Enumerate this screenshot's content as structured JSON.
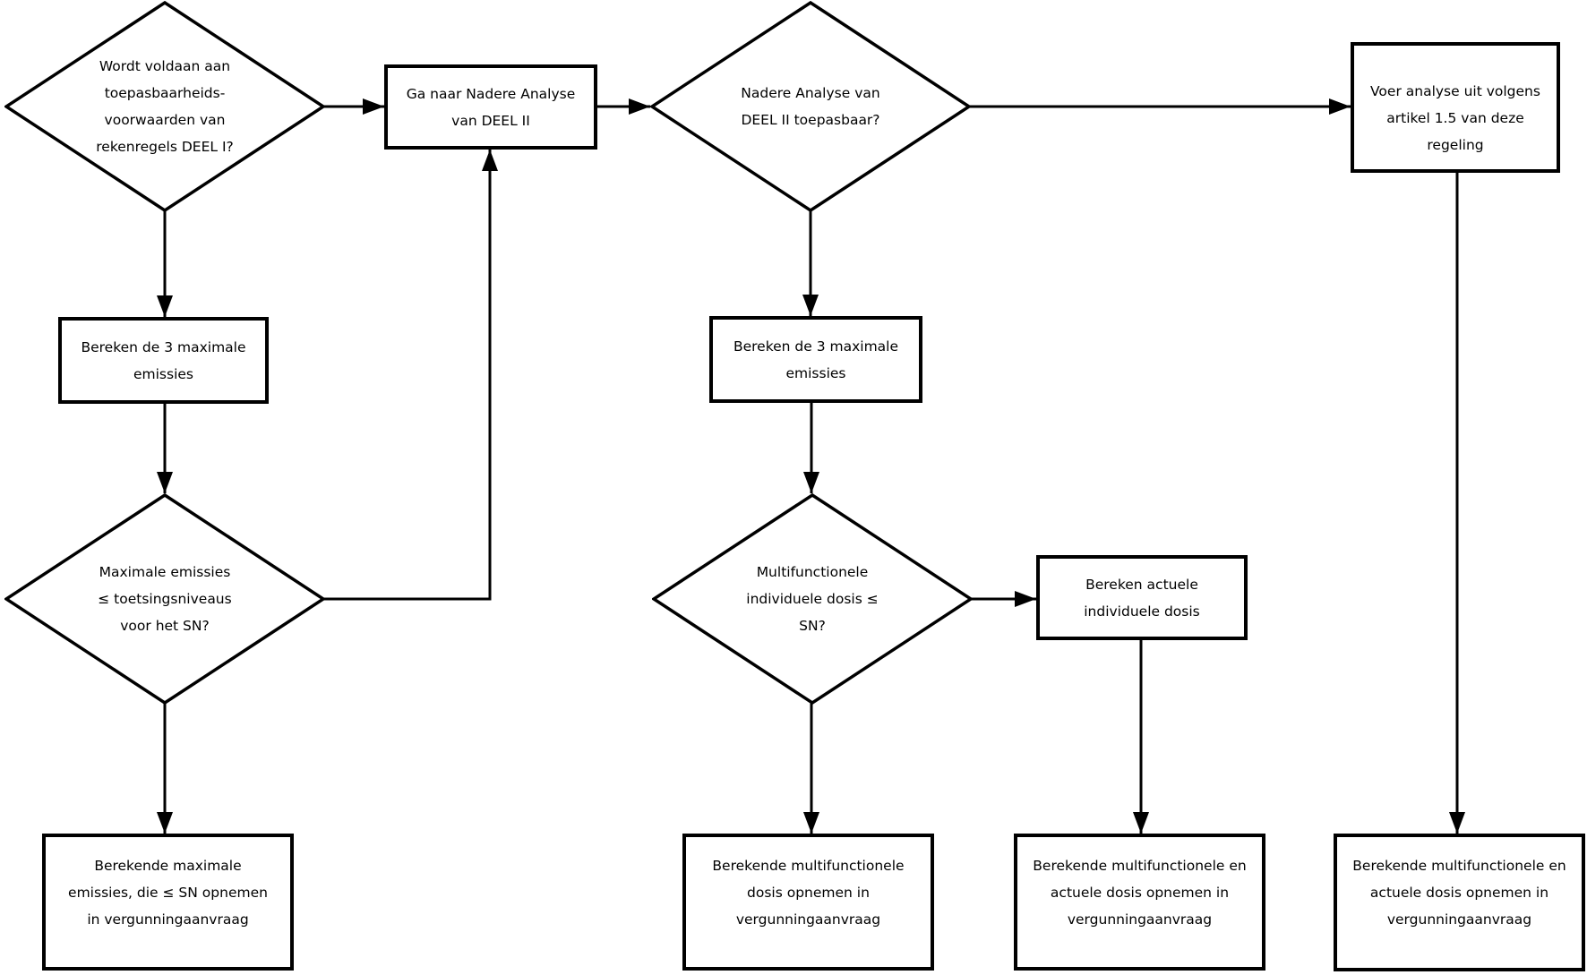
{
  "diagram": {
    "language": "nl",
    "colors": {
      "line": "#000000",
      "shape_fill": "#ffffff",
      "background": "#ffffff",
      "text": "#000000"
    },
    "nodes": [
      {
        "id": "wordt-voldaan-deel1",
        "type": "decision",
        "label": "Wordt voldaan aan\ntoepasbaarheids-\nvoorwaarden van\nrekenregels DEEL I?"
      },
      {
        "id": "ga-naar-nadere-analyse",
        "type": "process",
        "label": "Ga naar Nadere Analyse\nvan DEEL II"
      },
      {
        "id": "nadere-analyse-toepasbaar",
        "type": "decision",
        "label": "Nadere Analyse van\nDEEL II toepasbaar?"
      },
      {
        "id": "voer-analyse-artikel-1-5",
        "type": "process",
        "label": "Voer analyse uit volgens\nartikel 1.5 van deze\nregeling"
      },
      {
        "id": "bereken-3-max-emissies-links",
        "type": "process",
        "label": "Bereken de 3 maximale\nemissies"
      },
      {
        "id": "max-emissies-toetsingsniveaus",
        "type": "decision",
        "label": "Maximale emissies\n≤ toetsingsniveaus\nvoor het SN?"
      },
      {
        "id": "berekende-max-emissies",
        "type": "process",
        "label": "Berekende maximale\nemissies, die ≤ SN opnemen\nin vergunningaanvraag"
      },
      {
        "id": "bereken-3-max-emissies-midden",
        "type": "process",
        "label": "Bereken de 3 maximale\nemissies"
      },
      {
        "id": "multifunctionele-dosis-sn",
        "type": "decision",
        "label": "Multifunctionele\nindividuele dosis ≤\nSN?"
      },
      {
        "id": "bereken-actuele-dosis",
        "type": "process",
        "label": "Bereken actuele\nindividuele dosis"
      },
      {
        "id": "berekende-multifunctionele-dosis",
        "type": "process",
        "label": "Berekende multifunctionele\ndosis opnemen in\nvergunningaanvraag"
      },
      {
        "id": "berekende-multi-actuele-dosis-1",
        "type": "process",
        "label": "Berekende multifunctionele en\nactuele dosis opnemen in\nvergunningaanvraag"
      },
      {
        "id": "berekende-multi-actuele-dosis-2",
        "type": "process",
        "label": "Berekende multifunctionele en\nactuele dosis opnemen in\nvergunningaanvraag"
      }
    ],
    "edges": [
      {
        "from": "wordt-voldaan-deel1",
        "to": "ga-naar-nadere-analyse"
      },
      {
        "from": "ga-naar-nadere-analyse",
        "to": "nadere-analyse-toepasbaar"
      },
      {
        "from": "nadere-analyse-toepasbaar",
        "to": "voer-analyse-artikel-1-5"
      },
      {
        "from": "wordt-voldaan-deel1",
        "to": "bereken-3-max-emissies-links"
      },
      {
        "from": "bereken-3-max-emissies-links",
        "to": "max-emissies-toetsingsniveaus"
      },
      {
        "from": "max-emissies-toetsingsniveaus",
        "to": "ga-naar-nadere-analyse"
      },
      {
        "from": "max-emissies-toetsingsniveaus",
        "to": "berekende-max-emissies"
      },
      {
        "from": "nadere-analyse-toepasbaar",
        "to": "bereken-3-max-emissies-midden"
      },
      {
        "from": "bereken-3-max-emissies-midden",
        "to": "multifunctionele-dosis-sn"
      },
      {
        "from": "multifunctionele-dosis-sn",
        "to": "bereken-actuele-dosis"
      },
      {
        "from": "multifunctionele-dosis-sn",
        "to": "berekende-multifunctionele-dosis"
      },
      {
        "from": "bereken-actuele-dosis",
        "to": "berekende-multi-actuele-dosis-1"
      },
      {
        "from": "voer-analyse-artikel-1-5",
        "to": "berekende-multi-actuele-dosis-2"
      }
    ]
  }
}
